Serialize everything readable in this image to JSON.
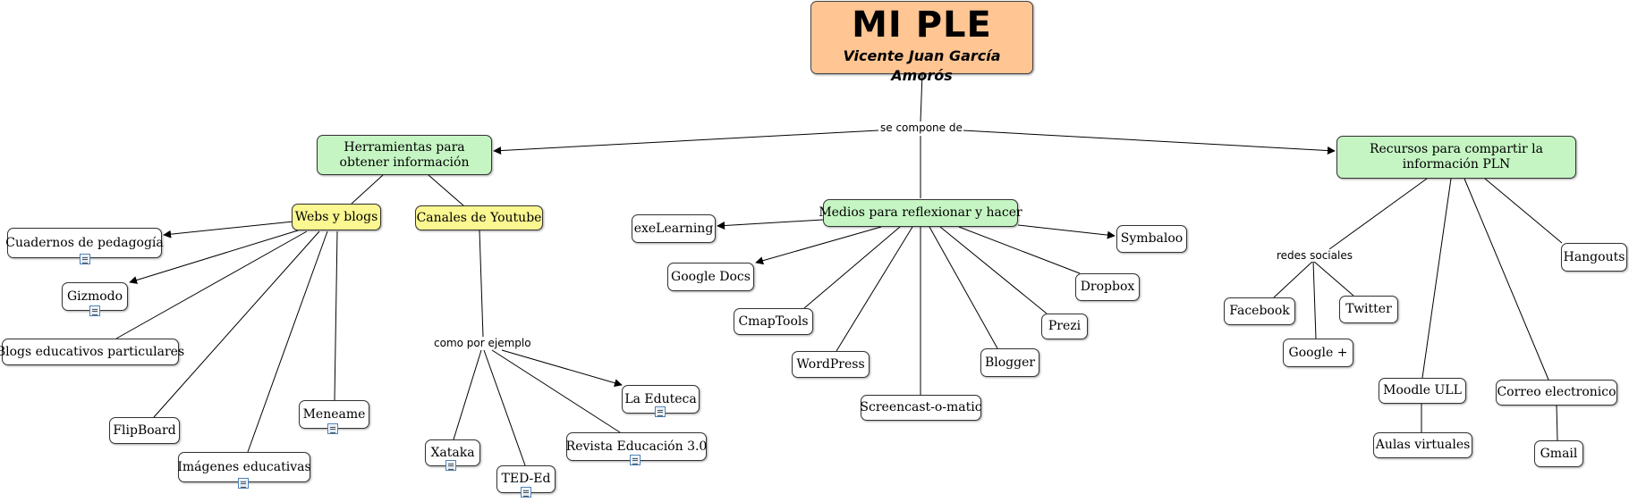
{
  "root": {
    "title": "MI PLE",
    "author": "Vicente Juan García Amorós"
  },
  "links": {
    "se_compone_de": "se compone de",
    "como_por_ejemplo": "como por ejemplo",
    "redes_sociales": "redes sociales"
  },
  "concepts": {
    "herramientas": "Herramientas para obtener información",
    "webs_blogs": "Webs y blogs",
    "canales_youtube": "Canales de Youtube",
    "cuadernos": "Cuadernos de pedagogía",
    "gizmodo": "Gizmodo",
    "blogs_educativos": "Blogs educativos particulares",
    "flipboard": "FlipBoard",
    "imagenes": "Imágenes educativas",
    "meneame": "Meneame",
    "la_eduteca": "La Eduteca",
    "revista": "Revista Educación 3.0",
    "xataka": "Xataka",
    "ted_ed": "TED-Ed",
    "medios": "Medios para reflexionar y hacer",
    "exelearning": "exeLearning",
    "google_docs": "Google Docs",
    "cmaptools": "CmapTools",
    "wordpress": "WordPress",
    "screencast": "Screencast-o-matic",
    "blogger": "Blogger",
    "prezi": "Prezi",
    "dropbox": "Dropbox",
    "symbaloo": "Symbaloo",
    "recursos": "Recursos para compartir la información PLN",
    "facebook": "Facebook",
    "google_plus": "Google +",
    "twitter": "Twitter",
    "moodle": "Moodle ULL",
    "aulas": "Aulas virtuales",
    "correo": "Correo electronico",
    "gmail": "Gmail",
    "hangouts": "Hangouts"
  },
  "icons": {
    "resource": "document-icon"
  }
}
